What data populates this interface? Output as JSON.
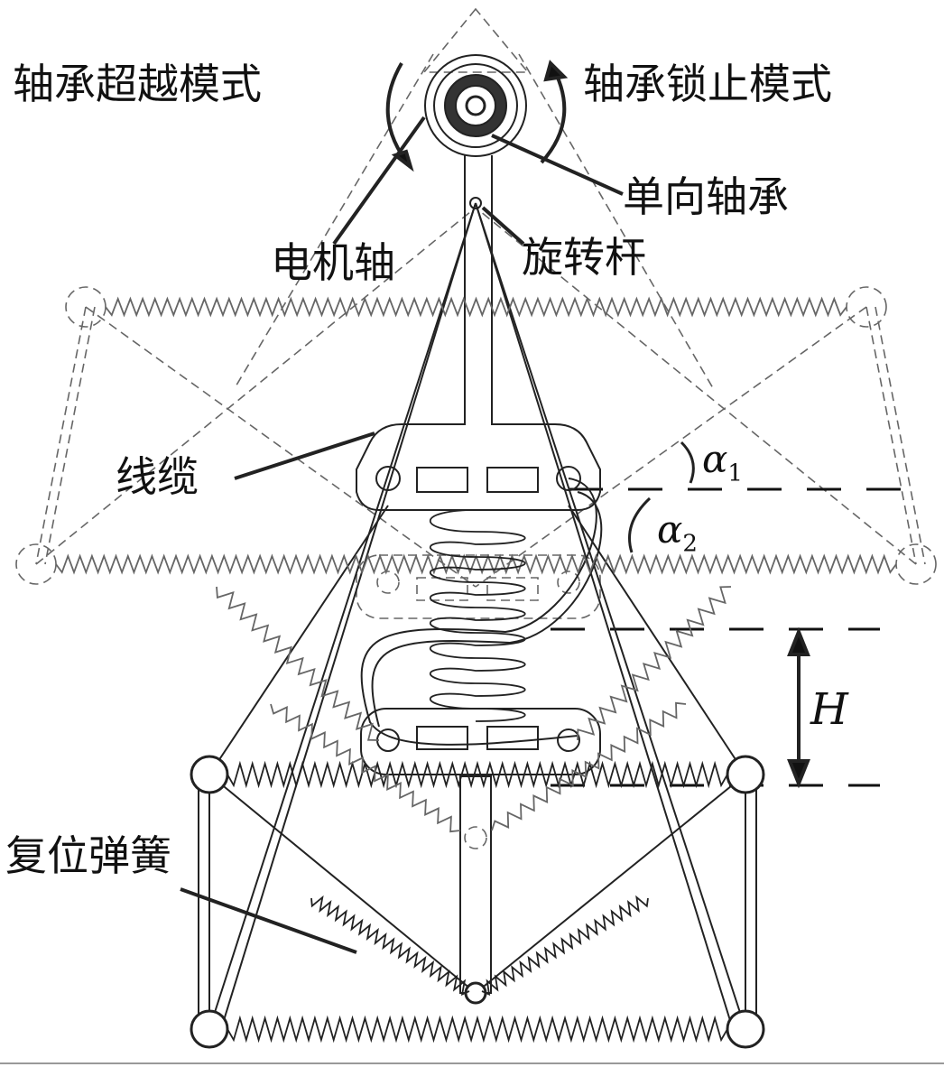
{
  "labels": {
    "overrun_mode": "轴承超越模式",
    "lock_mode": "轴承锁止模式",
    "one_way_bearing": "单向轴承",
    "motor_shaft": "电机轴",
    "rotating_rod": "旋转杆",
    "cable": "线缆",
    "reset_spring": "复位弹簧",
    "alpha": "α",
    "alpha1_sub": "1",
    "alpha2_sub": "2",
    "height": "H"
  },
  "colors": {
    "stroke": "#222222",
    "dashed": "#555555",
    "background": "#ffffff"
  }
}
